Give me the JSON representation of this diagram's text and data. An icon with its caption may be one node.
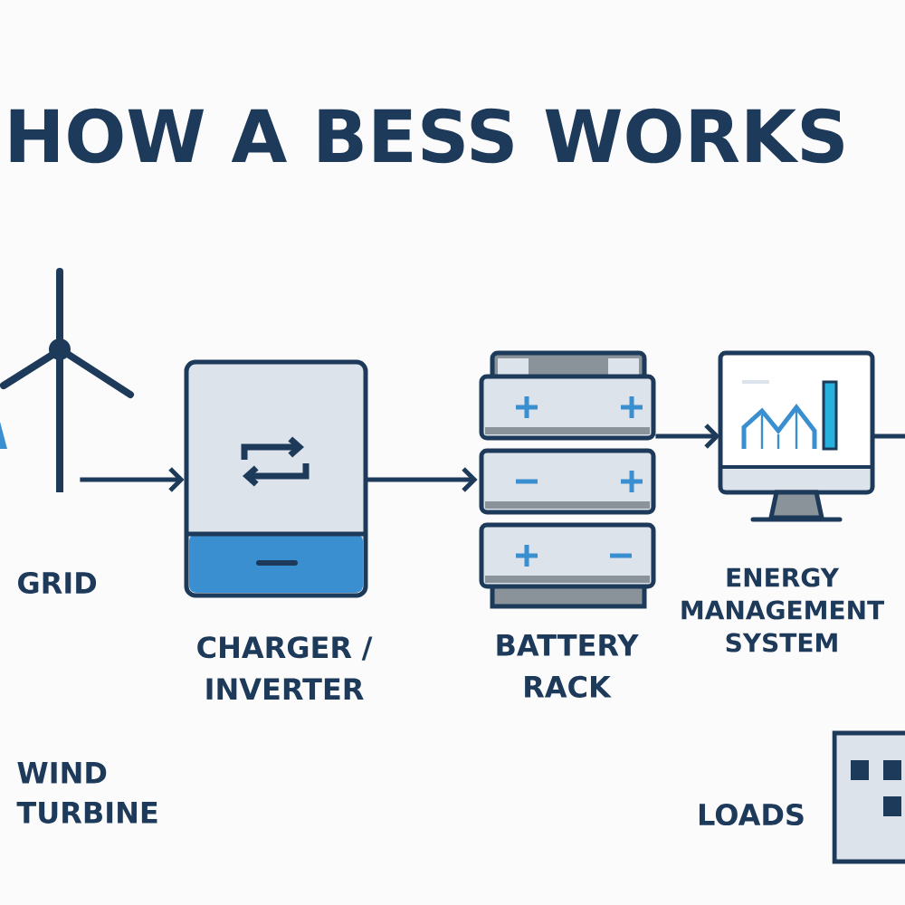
{
  "diagram": {
    "title": "HOW A BESS WORKS",
    "nodes": [
      {
        "text": [],
        "shape": "picture"
      },
      {
        "text": [
          "CHARGER / INVERTER"
        ]
      },
      {
        "text": [
          "BATTERY RACK"
        ]
      },
      {
        "text": [
          "ENERGY MANAGEMENT SYSTEM"
        ]
      },
      {
        "text": [
          "LOADS"
        ]
      }
    ],
    "edges": [
      {
        "from": 0,
        "to": 1,
        "arrow": "to"
      },
      {
        "from": 1,
        "to": 2,
        "arrow": "to"
      },
      {
        "from": 2,
        "to": 3,
        "arrow": "to"
      },
      {
        "from": 3,
        "to": null,
        "arrow": "none"
      }
    ],
    "labels": [
      "GRID",
      "WIND TURBINE"
    ]
  }
}
